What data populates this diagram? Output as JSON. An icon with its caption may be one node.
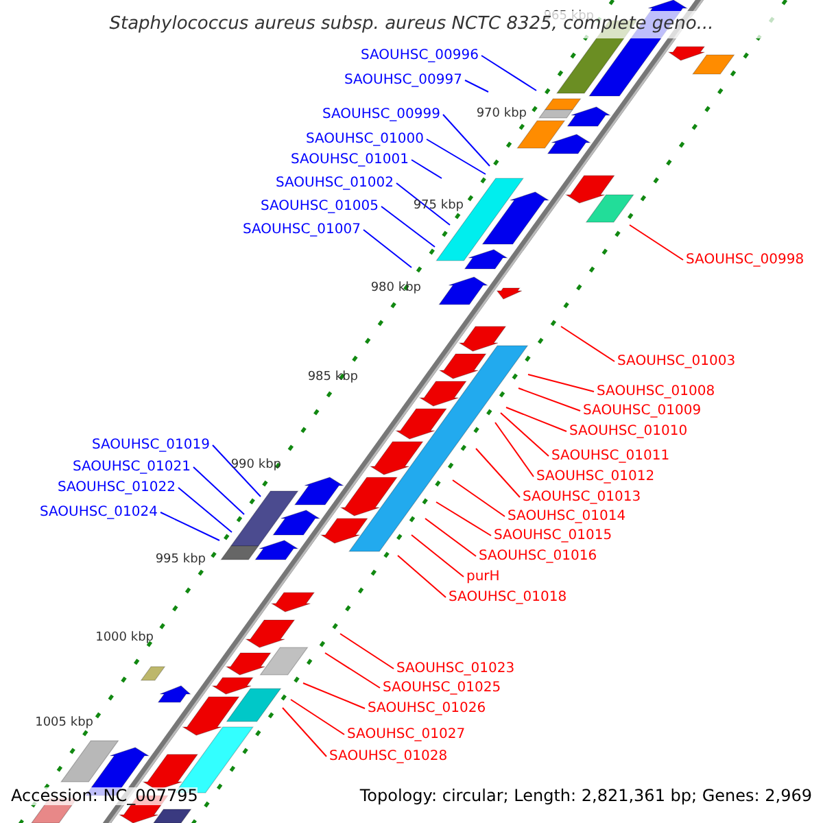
{
  "diagram": {
    "title": "Staphylococcus aureus subsp. aureus NCTC 8325, complete geno...",
    "nodes": [
      {
        "text": [
          "SAOUHSC_00996"
        ]
      },
      {
        "text": [
          "SAOUHSC_00997"
        ]
      },
      {
        "text": [
          "SAOUHSC_00999"
        ]
      },
      {
        "text": [
          "SAOUHSC_01000"
        ]
      },
      {
        "text": [
          "SAOUHSC_01001"
        ]
      },
      {
        "text": [
          "SAOUHSC_01002"
        ]
      },
      {
        "text": [
          "SAOUHSC_01005"
        ]
      },
      {
        "text": [
          "SAOUHSC_01007"
        ]
      },
      {
        "text": [
          "SAOUHSC_00998"
        ]
      },
      {
        "text": [
          "SAOUHSC_01003"
        ]
      },
      {
        "text": [
          "SAOUHSC_01008"
        ]
      },
      {
        "text": [
          "SAOUHSC_01009"
        ]
      },
      {
        "text": [
          "SAOUHSC_01010"
        ]
      },
      {
        "text": [
          "SAOUHSC_01011"
        ]
      },
      {
        "text": [
          "SAOUHSC_01012"
        ]
      },
      {
        "text": [
          "SAOUHSC_01013"
        ]
      },
      {
        "text": [
          "SAOUHSC_01014"
        ]
      },
      {
        "text": [
          "SAOUHSC_01015"
        ]
      },
      {
        "text": [
          "SAOUHSC_01016"
        ]
      },
      {
        "text": [
          "purH"
        ]
      },
      {
        "text": [
          "SAOUHSC_01018"
        ]
      },
      {
        "text": [
          "SAOUHSC_01019"
        ]
      },
      {
        "text": [
          "SAOUHSC_01021"
        ]
      },
      {
        "text": [
          "SAOUHSC_01022"
        ]
      },
      {
        "text": [
          "SAOUHSC_01024"
        ]
      },
      {
        "text": [
          "SAOUHSC_01023"
        ]
      },
      {
        "text": [
          "SAOUHSC_01025"
        ]
      },
      {
        "text": [
          "SAOUHSC_01026"
        ]
      },
      {
        "text": [
          "SAOUHSC_01027"
        ]
      },
      {
        "text": [
          "SAOUHSC_01028"
        ]
      }
    ],
    "edges": [
      {
        "from": 0,
        "to": null,
        "arrow": "none",
        "color": "#0000ff"
      },
      {
        "from": 1,
        "to": null,
        "arrow": "none",
        "color": "#0000ff"
      },
      {
        "from": 2,
        "to": null,
        "arrow": "none",
        "color": "#0000ff"
      },
      {
        "from": 3,
        "to": null,
        "arrow": "none",
        "color": "#0000ff"
      },
      {
        "from": 4,
        "to": null,
        "arrow": "none",
        "color": "#0000ff"
      },
      {
        "from": 5,
        "to": null,
        "arrow": "none",
        "color": "#0000ff"
      },
      {
        "from": 6,
        "to": null,
        "arrow": "none",
        "color": "#0000ff"
      },
      {
        "from": 7,
        "to": null,
        "arrow": "none",
        "color": "#0000ff"
      },
      {
        "from": 8,
        "to": null,
        "arrow": "none"
      },
      {
        "from": 9,
        "to": null,
        "arrow": "none"
      },
      {
        "from": 10,
        "to": null,
        "arrow": "none"
      },
      {
        "from": 11,
        "to": null,
        "arrow": "none"
      },
      {
        "from": 12,
        "to": null,
        "arrow": "none"
      },
      {
        "from": 13,
        "to": null,
        "arrow": "none"
      },
      {
        "from": 14,
        "to": null,
        "arrow": "none"
      },
      {
        "from": 15,
        "to": null,
        "arrow": "none"
      },
      {
        "from": 16,
        "to": null,
        "arrow": "none"
      },
      {
        "from": 17,
        "to": null,
        "arrow": "none"
      },
      {
        "from": 18,
        "to": null,
        "arrow": "none"
      },
      {
        "from": 19,
        "to": null,
        "arrow": "none"
      },
      {
        "from": 20,
        "to": null,
        "arrow": "none"
      },
      {
        "from": 21,
        "to": null,
        "arrow": "none",
        "color": "#0000ff"
      },
      {
        "from": 22,
        "to": null,
        "arrow": "none",
        "color": "#0000ff"
      },
      {
        "from": 23,
        "to": null,
        "arrow": "none",
        "color": "#0000ff"
      },
      {
        "from": 24,
        "to": null,
        "arrow": "none",
        "color": "#0000ff"
      },
      {
        "from": 25,
        "to": null,
        "arrow": "none"
      },
      {
        "from": 26,
        "to": null,
        "arrow": "none"
      },
      {
        "from": 27,
        "to": null,
        "arrow": "none"
      },
      {
        "from": 28,
        "to": null,
        "arrow": "none"
      },
      {
        "from": 29,
        "to": null,
        "arrow": "none"
      }
    ],
    "labels": [
      "965 kbp",
      "970 kbp",
      "975 kbp",
      "980 kbp",
      "985 kbp",
      "990 kbp",
      "995 kbp",
      "1000 kbp",
      "1005 kbp",
      "Accession: NC_007795",
      "Topology: circular; Length: 2,821,361 bp; Genes: 2,969"
    ]
  }
}
